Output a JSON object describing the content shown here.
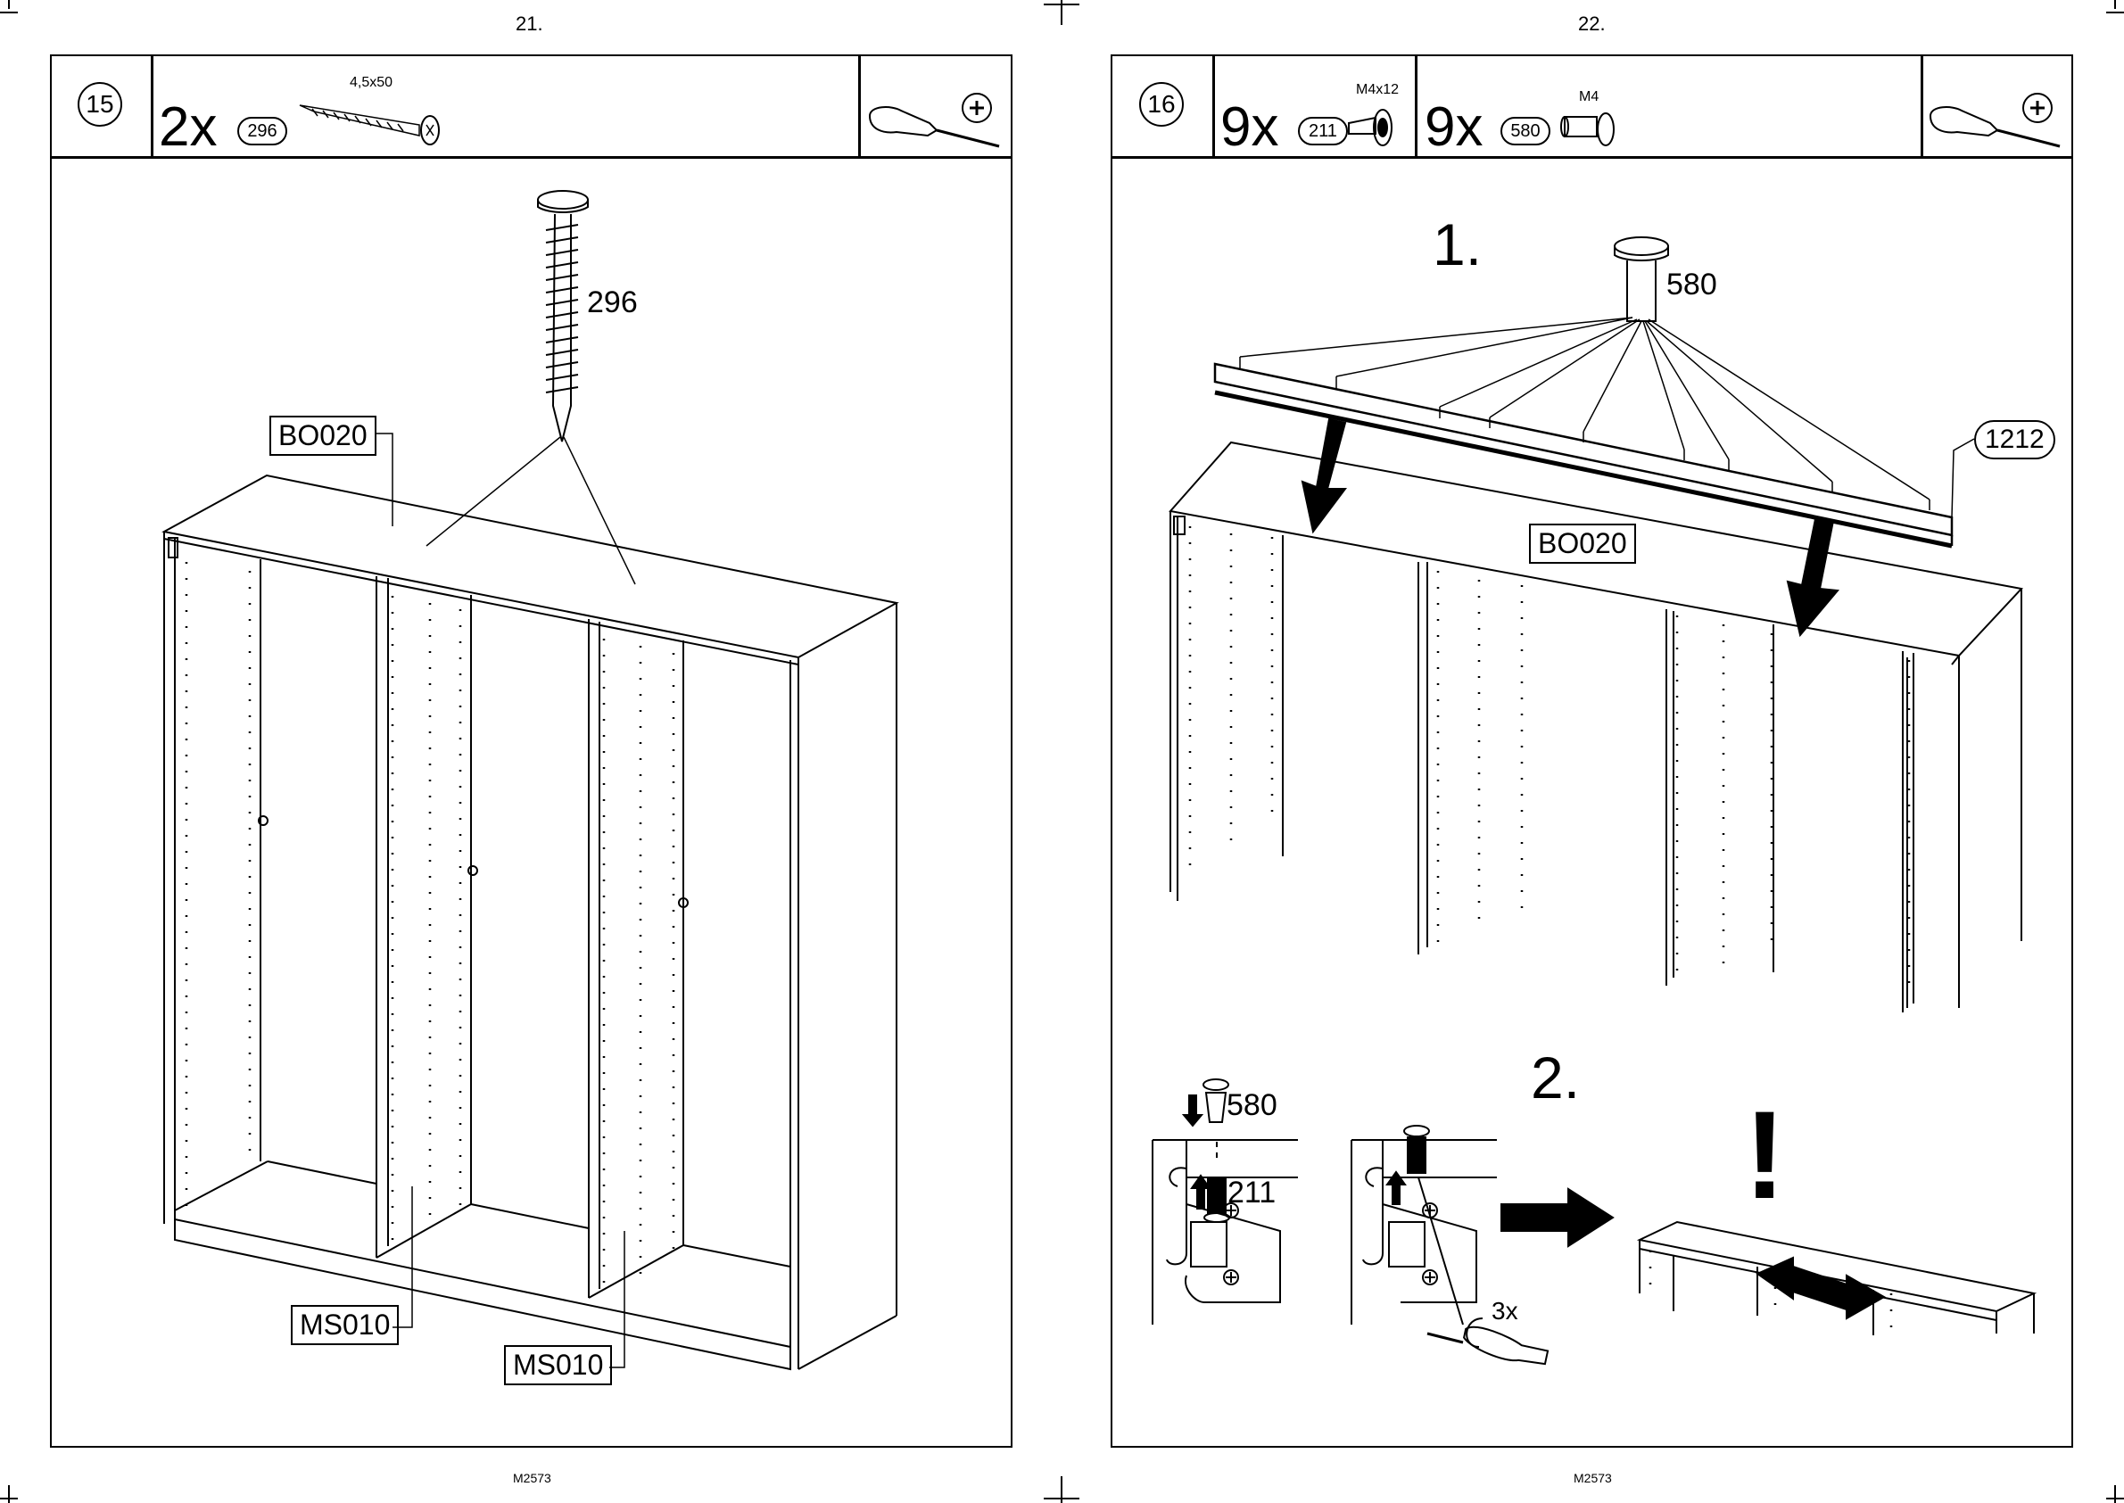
{
  "left_page": {
    "page_number": "21.",
    "step_number": "15",
    "quantity": "2x",
    "part_id": "296",
    "part_size": "4,5x50",
    "callout_screw": "296",
    "label_top": "BO020",
    "label_side_1": "MS010",
    "label_side_2": "MS010",
    "footer": "M2573"
  },
  "right_page": {
    "page_number": "22.",
    "step_number": "16",
    "qty_a": "9x",
    "part_a": "211",
    "size_a": "M4x12",
    "qty_b": "9x",
    "part_b": "580",
    "size_b": "M4",
    "substep_1": "1.",
    "callout_580": "580",
    "part_rail": "1212",
    "label_top": "BO020",
    "substep_2": "2.",
    "detail_580": "580",
    "detail_211": "211",
    "turns": "3x",
    "warning": "!",
    "footer": "M2573"
  },
  "icons": [
    "screwdriver-icon",
    "phillips-head-icon",
    "screw-icon",
    "bolt-icon",
    "arrow-down-icon",
    "arrow-right-icon",
    "double-arrow-icon",
    "rotation-icon"
  ]
}
